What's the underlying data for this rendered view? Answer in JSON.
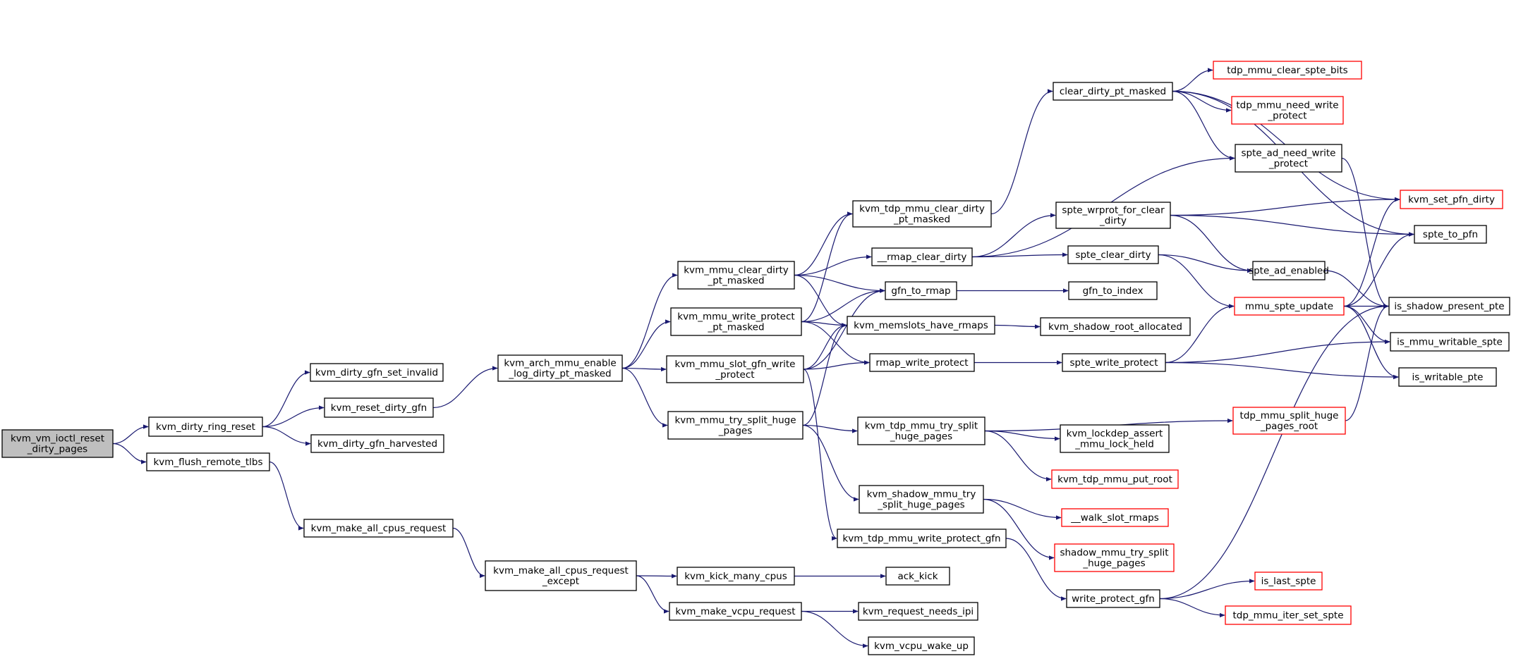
{
  "colors": {
    "edge": "#191970",
    "border_normal": "#000000",
    "border_truncated": "#ff0000",
    "root_fill": "#bfbfbf",
    "node_fill": "#ffffff"
  },
  "nodes": [
    {
      "id": "root",
      "lines": [
        "kvm_vm_ioctl_reset",
        "_dirty_pages"
      ],
      "style": "root"
    },
    {
      "id": "ring_reset",
      "lines": [
        "kvm_dirty_ring_reset"
      ],
      "style": "normal"
    },
    {
      "id": "flush_tlbs",
      "lines": [
        "kvm_flush_remote_tlbs"
      ],
      "style": "normal"
    },
    {
      "id": "gfn_set_invalid",
      "lines": [
        "kvm_dirty_gfn_set_invalid"
      ],
      "style": "normal"
    },
    {
      "id": "reset_dirty_gfn",
      "lines": [
        "kvm_reset_dirty_gfn"
      ],
      "style": "normal"
    },
    {
      "id": "gfn_harvested",
      "lines": [
        "kvm_dirty_gfn_harvested"
      ],
      "style": "normal"
    },
    {
      "id": "all_cpus_request",
      "lines": [
        "kvm_make_all_cpus_request"
      ],
      "style": "normal"
    },
    {
      "id": "arch_enable_log",
      "lines": [
        "kvm_arch_mmu_enable",
        "_log_dirty_pt_masked"
      ],
      "style": "normal"
    },
    {
      "id": "all_cpus_except",
      "lines": [
        "kvm_make_all_cpus_request",
        "_except"
      ],
      "style": "normal"
    },
    {
      "id": "mmu_clear_dirty",
      "lines": [
        "kvm_mmu_clear_dirty",
        "_pt_masked"
      ],
      "style": "normal"
    },
    {
      "id": "mmu_write_protect",
      "lines": [
        "kvm_mmu_write_protect",
        "_pt_masked"
      ],
      "style": "normal"
    },
    {
      "id": "slot_gfn_wp",
      "lines": [
        "kvm_mmu_slot_gfn_write",
        "_protect"
      ],
      "style": "normal"
    },
    {
      "id": "try_split",
      "lines": [
        "kvm_mmu_try_split_huge",
        "_pages"
      ],
      "style": "normal"
    },
    {
      "id": "kick_many",
      "lines": [
        "kvm_kick_many_cpus"
      ],
      "style": "normal"
    },
    {
      "id": "vcpu_request",
      "lines": [
        "kvm_make_vcpu_request"
      ],
      "style": "normal"
    },
    {
      "id": "tdp_clear_dirty",
      "lines": [
        "kvm_tdp_mmu_clear_dirty",
        "_pt_masked"
      ],
      "style": "normal"
    },
    {
      "id": "rmap_clear_dirty",
      "lines": [
        "__rmap_clear_dirty"
      ],
      "style": "normal"
    },
    {
      "id": "gfn_to_rmap",
      "lines": [
        "gfn_to_rmap"
      ],
      "style": "normal"
    },
    {
      "id": "memslots_rmaps",
      "lines": [
        "kvm_memslots_have_rmaps"
      ],
      "style": "normal"
    },
    {
      "id": "rmap_wp",
      "lines": [
        "rmap_write_protect"
      ],
      "style": "normal"
    },
    {
      "id": "tdp_try_split",
      "lines": [
        "kvm_tdp_mmu_try_split",
        "_huge_pages"
      ],
      "style": "normal"
    },
    {
      "id": "shadow_try_split",
      "lines": [
        "kvm_shadow_mmu_try",
        "_split_huge_pages"
      ],
      "style": "normal"
    },
    {
      "id": "tdp_wp_gfn",
      "lines": [
        "kvm_tdp_mmu_write_protect_gfn"
      ],
      "style": "normal"
    },
    {
      "id": "ack_kick",
      "lines": [
        "ack_kick"
      ],
      "style": "normal"
    },
    {
      "id": "needs_ipi",
      "lines": [
        "kvm_request_needs_ipi"
      ],
      "style": "normal"
    },
    {
      "id": "wake_up",
      "lines": [
        "kvm_vcpu_wake_up"
      ],
      "style": "normal"
    },
    {
      "id": "clear_dirty_pt",
      "lines": [
        "clear_dirty_pt_masked"
      ],
      "style": "normal"
    },
    {
      "id": "wrprot_clear",
      "lines": [
        "spte_wrprot_for_clear",
        "_dirty"
      ],
      "style": "normal"
    },
    {
      "id": "spte_clear_dirty",
      "lines": [
        "spte_clear_dirty"
      ],
      "style": "normal"
    },
    {
      "id": "gfn_to_index",
      "lines": [
        "gfn_to_index"
      ],
      "style": "normal"
    },
    {
      "id": "shadow_root_alloc",
      "lines": [
        "kvm_shadow_root_allocated"
      ],
      "style": "normal"
    },
    {
      "id": "spte_wp",
      "lines": [
        "spte_write_protect"
      ],
      "style": "normal"
    },
    {
      "id": "lockdep",
      "lines": [
        "kvm_lockdep_assert",
        "_mmu_lock_held"
      ],
      "style": "normal"
    },
    {
      "id": "put_root",
      "lines": [
        "kvm_tdp_mmu_put_root"
      ],
      "style": "truncated"
    },
    {
      "id": "walk_rmaps",
      "lines": [
        "__walk_slot_rmaps"
      ],
      "style": "truncated"
    },
    {
      "id": "shadow_split",
      "lines": [
        "shadow_mmu_try_split",
        "_huge_pages"
      ],
      "style": "truncated"
    },
    {
      "id": "wp_gfn",
      "lines": [
        "write_protect_gfn"
      ],
      "style": "normal"
    },
    {
      "id": "tdp_clear_bits",
      "lines": [
        "tdp_mmu_clear_spte_bits"
      ],
      "style": "truncated"
    },
    {
      "id": "tdp_need_wp",
      "lines": [
        "tdp_mmu_need_write",
        "_protect"
      ],
      "style": "truncated"
    },
    {
      "id": "ad_need_wp",
      "lines": [
        "spte_ad_need_write",
        "_protect"
      ],
      "style": "normal"
    },
    {
      "id": "ad_enabled",
      "lines": [
        "spte_ad_enabled"
      ],
      "style": "normal"
    },
    {
      "id": "spte_update",
      "lines": [
        "mmu_spte_update"
      ],
      "style": "truncated"
    },
    {
      "id": "split_root",
      "lines": [
        "tdp_mmu_split_huge",
        "_pages_root"
      ],
      "style": "truncated"
    },
    {
      "id": "last_spte",
      "lines": [
        "is_last_spte"
      ],
      "style": "truncated"
    },
    {
      "id": "iter_set",
      "lines": [
        "tdp_mmu_iter_set_spte"
      ],
      "style": "truncated"
    },
    {
      "id": "set_pfn_dirty",
      "lines": [
        "kvm_set_pfn_dirty"
      ],
      "style": "truncated"
    },
    {
      "id": "spte_to_pfn",
      "lines": [
        "spte_to_pfn"
      ],
      "style": "normal"
    },
    {
      "id": "shadow_present",
      "lines": [
        "is_shadow_present_pte"
      ],
      "style": "normal"
    },
    {
      "id": "mmu_writable",
      "lines": [
        "is_mmu_writable_spte"
      ],
      "style": "normal"
    },
    {
      "id": "writable_pte",
      "lines": [
        "is_writable_pte"
      ],
      "style": "normal"
    }
  ],
  "edges": [
    [
      "root",
      "ring_reset"
    ],
    [
      "root",
      "flush_tlbs"
    ],
    [
      "ring_reset",
      "gfn_set_invalid"
    ],
    [
      "ring_reset",
      "reset_dirty_gfn"
    ],
    [
      "ring_reset",
      "gfn_harvested"
    ],
    [
      "flush_tlbs",
      "all_cpus_request"
    ],
    [
      "reset_dirty_gfn",
      "arch_enable_log"
    ],
    [
      "all_cpus_request",
      "all_cpus_except"
    ],
    [
      "arch_enable_log",
      "mmu_clear_dirty"
    ],
    [
      "arch_enable_log",
      "mmu_write_protect"
    ],
    [
      "arch_enable_log",
      "slot_gfn_wp"
    ],
    [
      "arch_enable_log",
      "try_split"
    ],
    [
      "all_cpus_except",
      "kick_many"
    ],
    [
      "all_cpus_except",
      "vcpu_request"
    ],
    [
      "mmu_clear_dirty",
      "tdp_clear_dirty"
    ],
    [
      "mmu_clear_dirty",
      "rmap_clear_dirty"
    ],
    [
      "mmu_clear_dirty",
      "gfn_to_rmap"
    ],
    [
      "mmu_clear_dirty",
      "memslots_rmaps"
    ],
    [
      "mmu_write_protect",
      "tdp_clear_dirty"
    ],
    [
      "mmu_write_protect",
      "gfn_to_rmap"
    ],
    [
      "mmu_write_protect",
      "memslots_rmaps"
    ],
    [
      "mmu_write_protect",
      "rmap_wp"
    ],
    [
      "slot_gfn_wp",
      "gfn_to_rmap"
    ],
    [
      "slot_gfn_wp",
      "memslots_rmaps"
    ],
    [
      "slot_gfn_wp",
      "rmap_wp"
    ],
    [
      "slot_gfn_wp",
      "tdp_wp_gfn"
    ],
    [
      "try_split",
      "memslots_rmaps"
    ],
    [
      "try_split",
      "tdp_try_split"
    ],
    [
      "try_split",
      "shadow_try_split"
    ],
    [
      "kick_many",
      "ack_kick"
    ],
    [
      "vcpu_request",
      "needs_ipi"
    ],
    [
      "vcpu_request",
      "wake_up"
    ],
    [
      "tdp_clear_dirty",
      "clear_dirty_pt"
    ],
    [
      "rmap_clear_dirty",
      "wrprot_clear"
    ],
    [
      "rmap_clear_dirty",
      "spte_clear_dirty"
    ],
    [
      "rmap_clear_dirty",
      "ad_need_wp"
    ],
    [
      "gfn_to_rmap",
      "gfn_to_index"
    ],
    [
      "memslots_rmaps",
      "shadow_root_alloc"
    ],
    [
      "rmap_wp",
      "spte_wp"
    ],
    [
      "tdp_try_split",
      "lockdep"
    ],
    [
      "tdp_try_split",
      "put_root"
    ],
    [
      "tdp_try_split",
      "split_root"
    ],
    [
      "shadow_try_split",
      "walk_rmaps"
    ],
    [
      "shadow_try_split",
      "shadow_split"
    ],
    [
      "tdp_wp_gfn",
      "wp_gfn"
    ],
    [
      "clear_dirty_pt",
      "tdp_clear_bits"
    ],
    [
      "clear_dirty_pt",
      "tdp_need_wp"
    ],
    [
      "clear_dirty_pt",
      "ad_need_wp"
    ],
    [
      "clear_dirty_pt",
      "set_pfn_dirty"
    ],
    [
      "clear_dirty_pt",
      "spte_to_pfn"
    ],
    [
      "wrprot_clear",
      "set_pfn_dirty"
    ],
    [
      "wrprot_clear",
      "spte_to_pfn"
    ],
    [
      "wrprot_clear",
      "ad_enabled"
    ],
    [
      "spte_clear_dirty",
      "ad_enabled"
    ],
    [
      "spte_clear_dirty",
      "spte_update"
    ],
    [
      "spte_wp",
      "spte_update"
    ],
    [
      "spte_wp",
      "mmu_writable"
    ],
    [
      "spte_wp",
      "writable_pte"
    ],
    [
      "wp_gfn",
      "last_spte"
    ],
    [
      "wp_gfn",
      "iter_set"
    ],
    [
      "wp_gfn",
      "shadow_present"
    ],
    [
      "ad_need_wp",
      "shadow_present"
    ],
    [
      "ad_enabled",
      "shadow_present"
    ],
    [
      "spte_update",
      "shadow_present"
    ],
    [
      "spte_update",
      "mmu_writable"
    ],
    [
      "spte_update",
      "writable_pte"
    ],
    [
      "spte_update",
      "spte_to_pfn"
    ],
    [
      "spte_update",
      "set_pfn_dirty"
    ],
    [
      "split_root",
      "shadow_present"
    ]
  ]
}
